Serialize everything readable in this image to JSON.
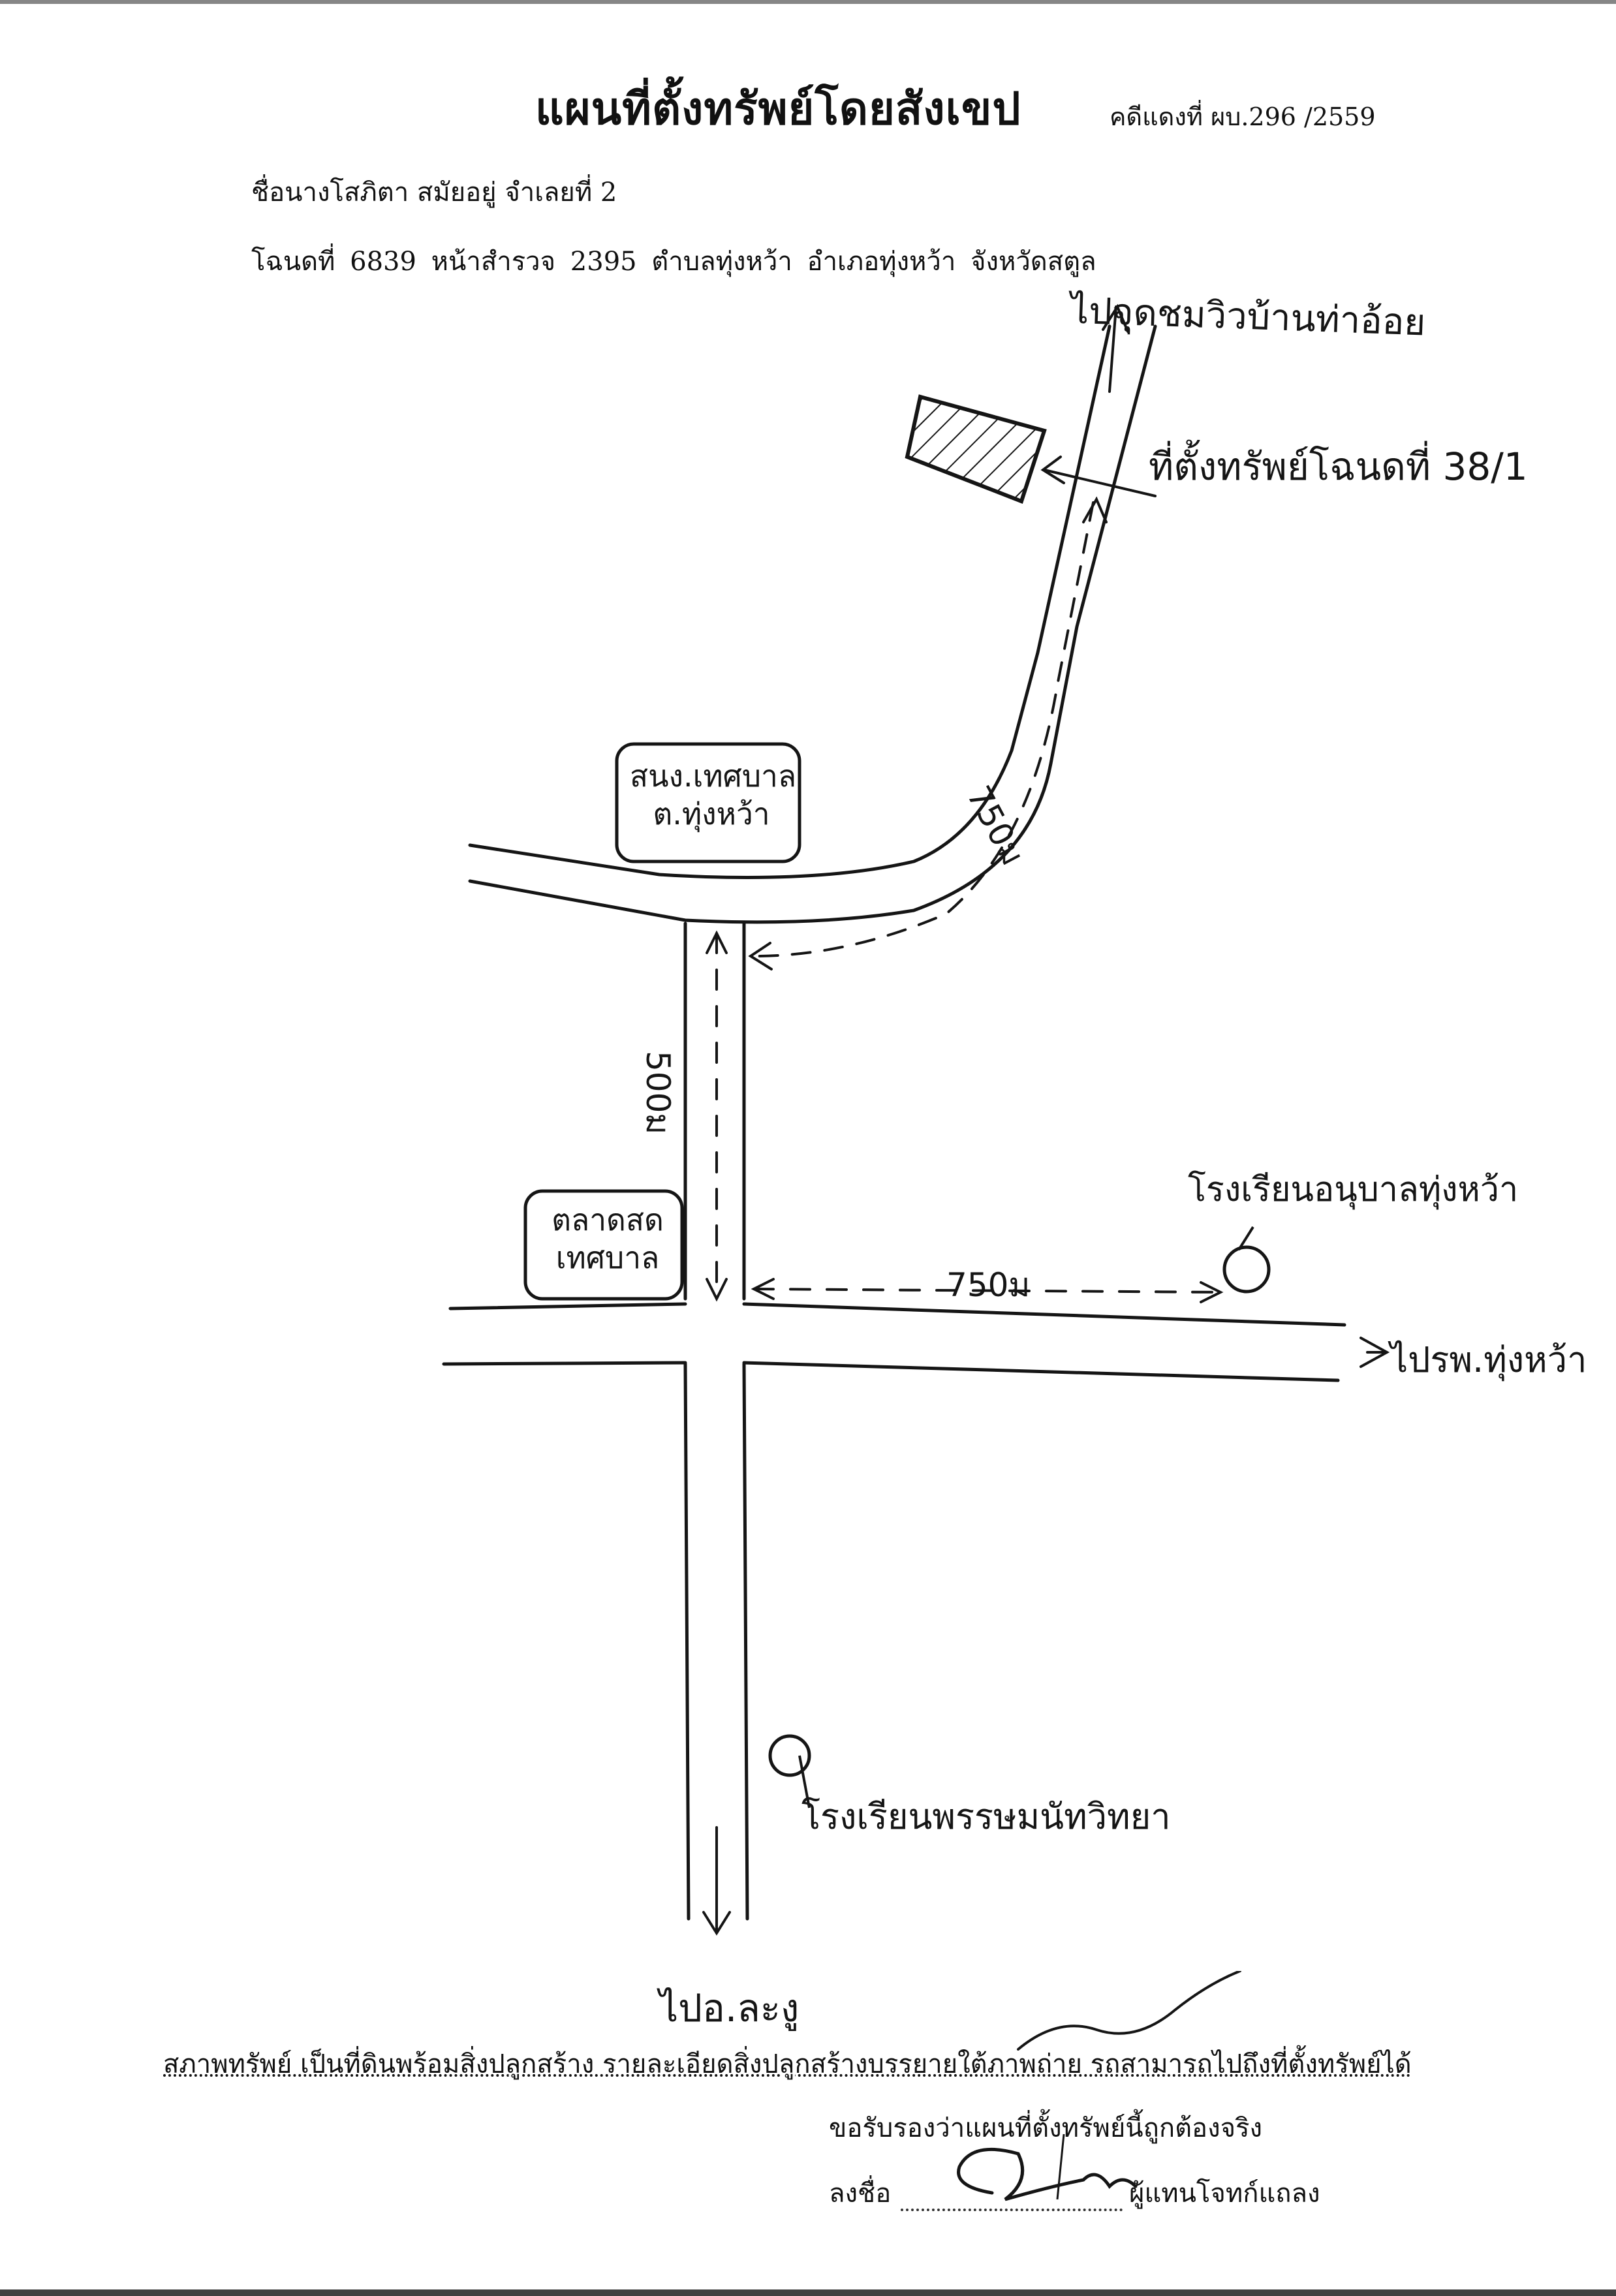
{
  "header": {
    "title": "แผนที่ตั้งทรัพย์โดยสังเขป",
    "case_number": "คดีแดงที่ ผบ.296 /2559"
  },
  "owner": {
    "line": "ชื่อนางโสภิตา  สมัยอยู่  จำเลยที่ 2"
  },
  "deed": {
    "line": "โฉนดที่ 6839  หน้าสำรวจ 2395  ตำบลทุ่งหว้า  อำเภอทุ่งหว้า  จังหวัดสตูล"
  },
  "map": {
    "road_color": "#151515",
    "property_hatch_color": "#151515",
    "labels": {
      "north_destination": "ไปจุดชมวิวบ้านท่าอ้อย",
      "property": "ที่ตั้งทรัพย์โฉนดที่ 38/1",
      "office_line1": "สนง.เทศบาล",
      "office_line2": "ต.ทุ่งหว้า",
      "market_line1": "ตลาดสด",
      "market_line2": "เทศบาล",
      "distance_north": "750ม",
      "distance_middle": "500ม",
      "distance_east": "750ม",
      "kindergarten": "โรงเรียนอนุบาลทุ่งหว้า",
      "east_destination": "ไปรพ.ทุ่งหว้า",
      "school": "โรงเรียนพรรษมนัทวิทยา",
      "south_destination": "ไปอ.ละงู"
    }
  },
  "footer": {
    "condition": "สภาพทรัพย์ เป็นที่ดินพร้อมสิ่งปลูกสร้าง รายละเอียดสิ่งปลูกสร้างบรรยายใต้ภาพถ่าย รถสามารถไปถึงที่ตั้งทรัพย์ได้",
    "certify": "ขอรับรองว่าแผนที่ตั้งทรัพย์นี้ถูกต้องจริง",
    "sign_label": "ลงชื่อ",
    "signer_role": "ผู้แทนโจทก์แถลง"
  }
}
